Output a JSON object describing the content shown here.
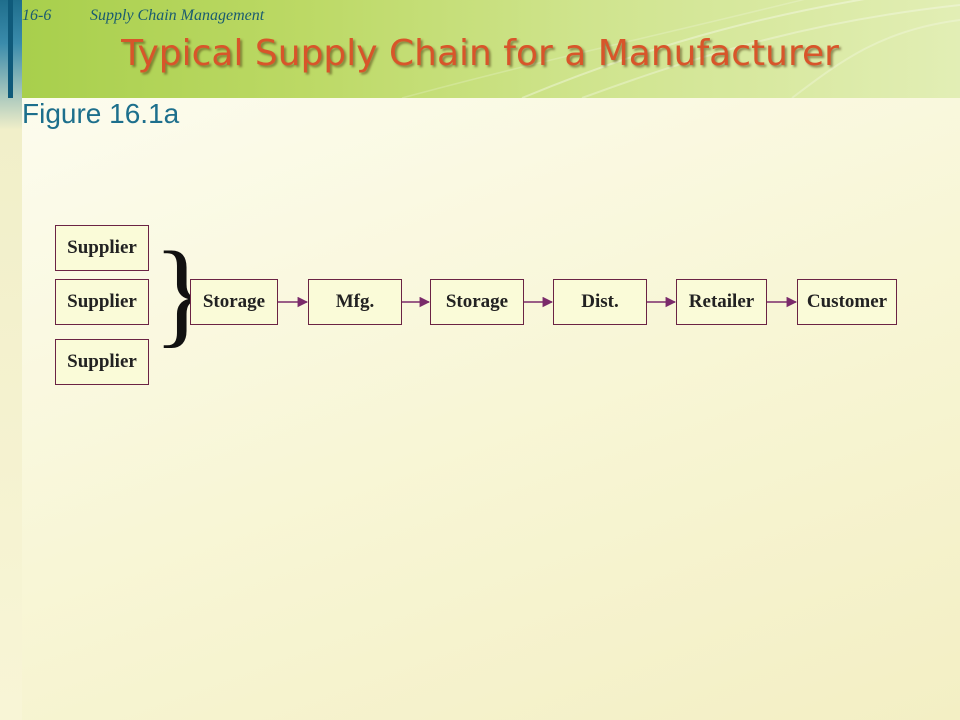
{
  "header": {
    "slide_number": "16-6",
    "subject": "Supply Chain Management",
    "title": "Typical Supply Chain for a Manufacturer",
    "figure_label": "Figure 16.1a"
  },
  "diagram": {
    "suppliers": [
      "Supplier",
      "Supplier",
      "Supplier"
    ],
    "brace": "}",
    "chain": [
      "Storage",
      "Mfg.",
      "Storage",
      "Dist.",
      "Retailer",
      "Customer"
    ]
  },
  "colors": {
    "title": "#d8552a",
    "header_text": "#1a5b70",
    "figure_label": "#1d6f8c",
    "box_border": "#6b2344",
    "arrow": "#7a2a6a"
  }
}
